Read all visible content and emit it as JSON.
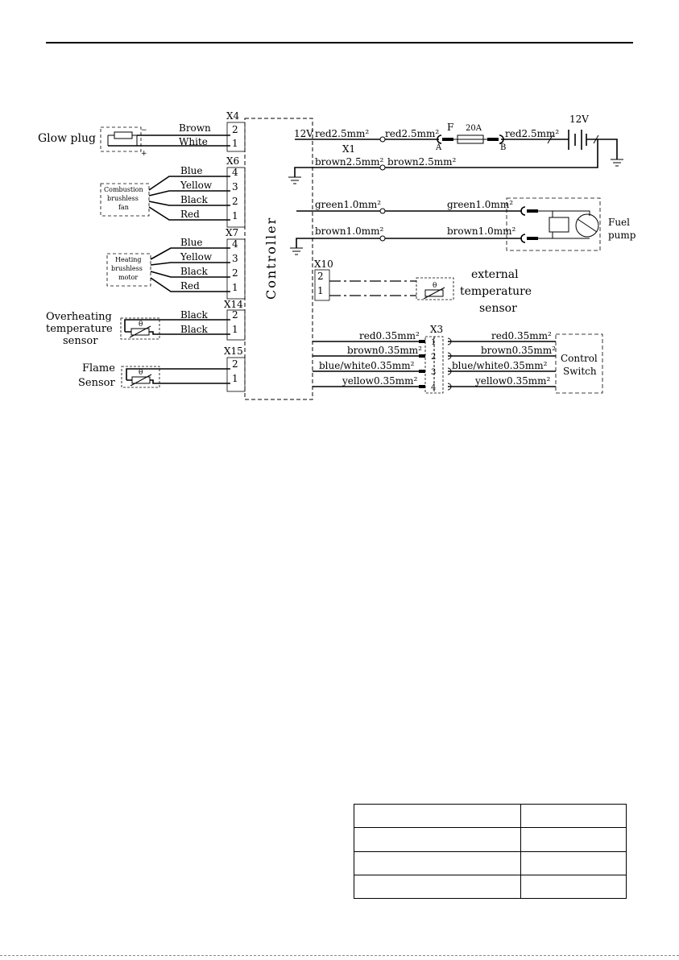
{
  "labels": {
    "glow_plug": "Glow plug",
    "combustion_fan": [
      "Combustion",
      "brushless",
      "fan"
    ],
    "heating_motor": [
      "Heating",
      "brushless",
      "motor"
    ],
    "overheat_sensor": [
      "Overheating",
      "temperature",
      "sensor"
    ],
    "flame_sensor": [
      "Flame",
      "Sensor"
    ],
    "controller": "Controller",
    "fuel_pump": [
      "Fuel",
      "pump"
    ],
    "external_sensor": [
      "external",
      "temperature",
      "sensor"
    ],
    "control_switch": [
      "Control",
      "Switch"
    ],
    "theta": "θ"
  },
  "connectors": {
    "x4": {
      "name": "X4",
      "pins": [
        "2",
        "1"
      ],
      "wires": [
        "Brown",
        "White"
      ]
    },
    "x6": {
      "name": "X6",
      "pins": [
        "4",
        "3",
        "2",
        "1"
      ],
      "wires": [
        "Blue",
        "Yellow",
        "Black",
        "Red"
      ]
    },
    "x7": {
      "name": "X7",
      "pins": [
        "4",
        "3",
        "2",
        "1"
      ],
      "wires": [
        "Blue",
        "Yellow",
        "Black",
        "Red"
      ]
    },
    "x14": {
      "name": "X14",
      "pins": [
        "2",
        "1"
      ],
      "wires": [
        "Black",
        "Black"
      ]
    },
    "x15": {
      "name": "X15",
      "pins": [
        "2",
        "1"
      ]
    },
    "x10": {
      "name": "X10",
      "pins": [
        "2",
        "1"
      ]
    },
    "x1": {
      "name": "X1"
    },
    "x3": {
      "name": "X3",
      "pins": [
        "1",
        "2",
        "3",
        "4"
      ]
    }
  },
  "power": {
    "v12_left": "12V",
    "v12_battery": "12V",
    "red_a": "red2.5mm²",
    "red_b": "red2.5mm²",
    "red_c": "red2.5mm²",
    "brown_a": "brown2.5mm²",
    "brown_b": "brown2.5mm²",
    "fuse": "F",
    "fuse_rating": "20A",
    "fuse_a": "A",
    "fuse_b": "B",
    "minus": "−",
    "plus": "+"
  },
  "pump": {
    "green_a": "green1.0mm²",
    "green_b": "green1.0mm²",
    "brown_a": "brown1.0mm²",
    "brown_b": "brown1.0mm²"
  },
  "switch_wires": {
    "left": [
      "red0.35mm²",
      "brown0.35mm²",
      "blue/white0.35mm²",
      "yellow0.35mm²"
    ],
    "right": [
      "red0.35mm²",
      "brown0.35mm²",
      "blue/white0.35mm²",
      "yellow0.35mm²"
    ]
  },
  "table": {
    "rows": [
      [
        "",
        ""
      ],
      [
        "",
        ""
      ],
      [
        "",
        ""
      ],
      [
        "",
        ""
      ]
    ]
  }
}
